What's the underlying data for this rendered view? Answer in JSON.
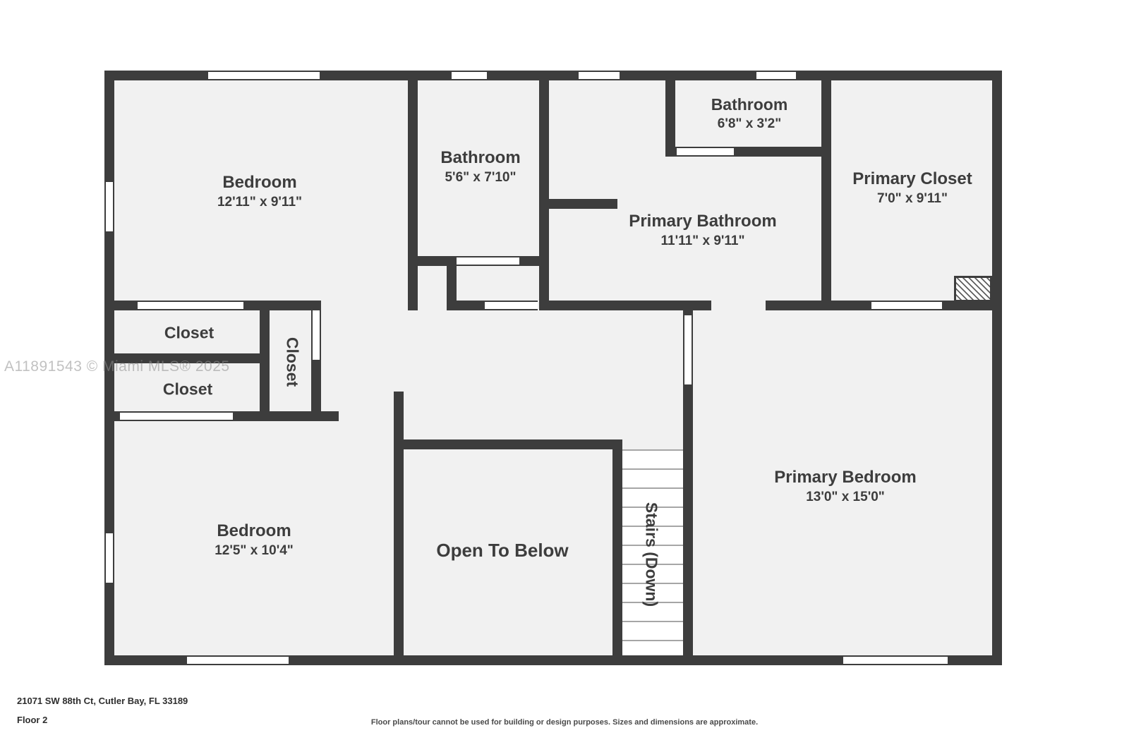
{
  "meta": {
    "watermark": "A11891543 © Miami MLS® 2025",
    "address": "21071 SW 88th Ct, Cutler Bay, FL 33189",
    "floor_label": "Floor 2",
    "disclaimer": "Floor plans/tour cannot be used for building or design purposes. Sizes and dimensions are approximate."
  },
  "colors": {
    "wall": "#3d3d3d",
    "room_fill": "#f1f1f1",
    "background": "#ffffff",
    "label_text": "#3d3d3d",
    "watermark_text": "#8f8f8f"
  },
  "rooms": [
    {
      "label": "Bedroom",
      "dims": "12'11\" x 9'11\""
    },
    {
      "label": "Bathroom",
      "dims": "5'6\" x 7'10\""
    },
    {
      "label": "Bathroom",
      "dims": "6'8\" x 3'2\""
    },
    {
      "label": "Primary Bathroom",
      "dims": "11'11\" x 9'11\""
    },
    {
      "label": "Primary Closet",
      "dims": "7'0\" x 9'11\""
    },
    {
      "label": "Closet"
    },
    {
      "label": "Closet"
    },
    {
      "label": "Closet"
    },
    {
      "label": "Bedroom",
      "dims": "12'5\" x 10'4\""
    },
    {
      "label": "Open To Below"
    },
    {
      "label": "Stairs (Down)"
    },
    {
      "label": "Primary Bedroom",
      "dims": "13'0\" x 15'0\""
    }
  ]
}
